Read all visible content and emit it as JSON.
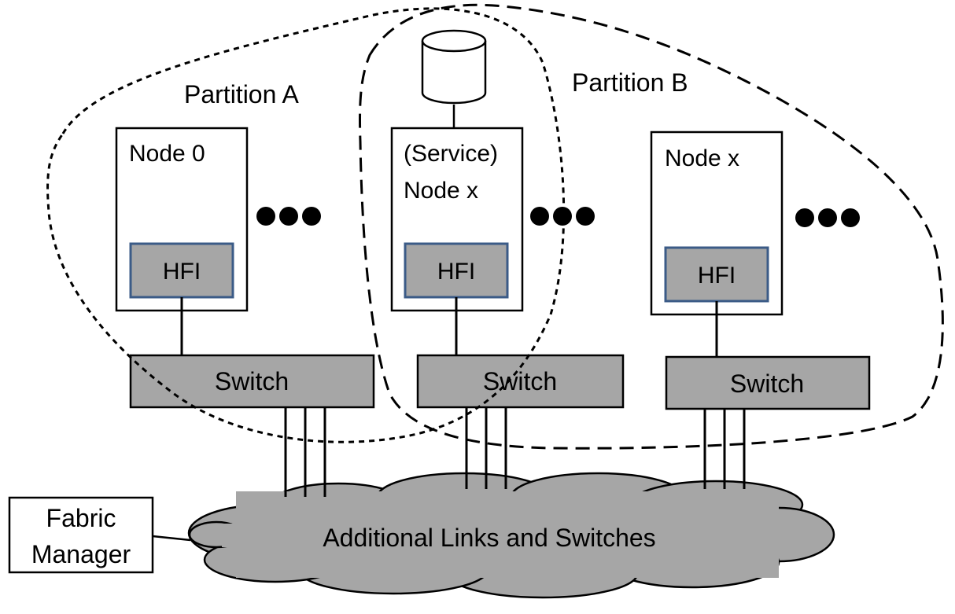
{
  "partitions": {
    "a_label": "Partition A",
    "b_label": "Partition B"
  },
  "nodes": [
    {
      "label_line1": "Node 0",
      "label_line2": "",
      "hfi_label": "HFI",
      "has_storage": false,
      "storage_icon": "database-icon"
    },
    {
      "label_line1": "(Service)",
      "label_line2": "Node x",
      "hfi_label": "HFI",
      "has_storage": true,
      "storage_icon": "database-icon"
    },
    {
      "label_line1": "Node x",
      "label_line2": "",
      "hfi_label": "HFI",
      "has_storage": false,
      "storage_icon": "database-icon"
    }
  ],
  "switches": [
    "Switch",
    "Switch",
    "Switch"
  ],
  "cloud": {
    "label": "Additional Links and Switches"
  },
  "fabric_manager": {
    "line1": "Fabric",
    "line2": "Manager"
  },
  "colors": {
    "hfi_fill": "#a6a6a6",
    "hfi_border": "#3b5b87",
    "switch_fill": "#a6a6a6",
    "cloud_fill": "#a6a6a6",
    "stroke": "#000000"
  }
}
